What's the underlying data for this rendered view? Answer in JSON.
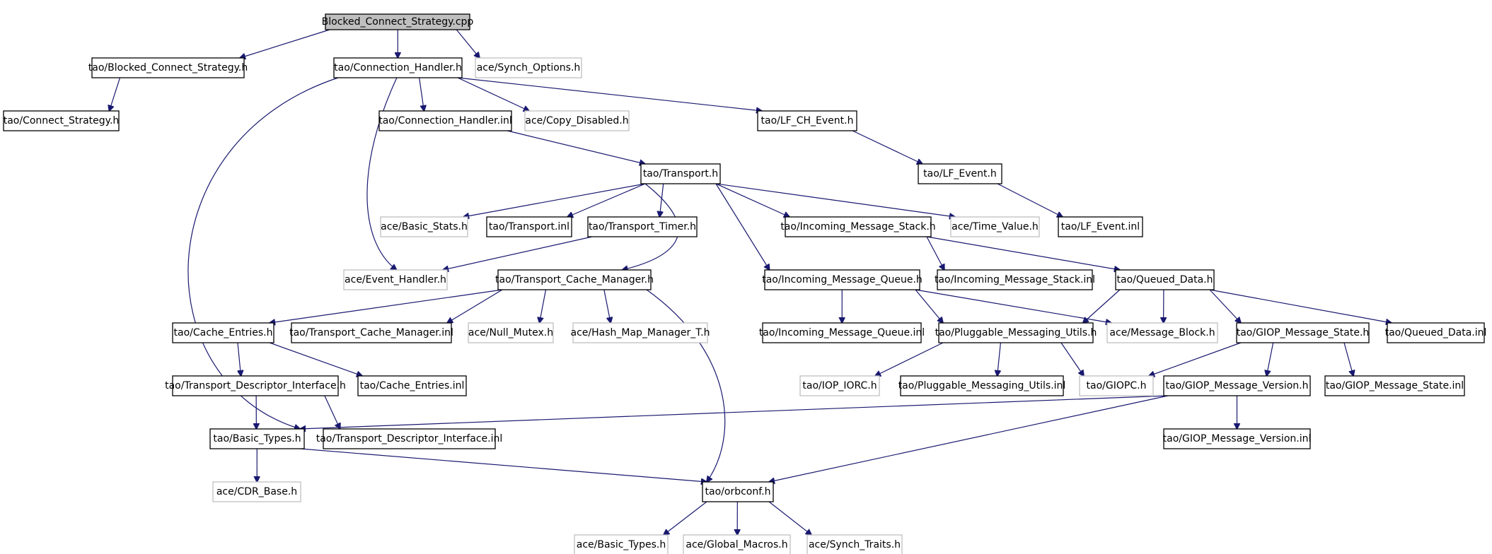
{
  "colors": {
    "edge": "#191970",
    "root_fill": "#bfbfbf",
    "external_border": "#bfbfbf",
    "node_border": "#000000"
  },
  "nodes": [
    {
      "id": "root",
      "label": "Blocked_Connect_Strategy.cpp",
      "kind": "root"
    },
    {
      "id": "bcs_h",
      "label": "tao/Blocked_Connect_Strategy.h",
      "kind": "normal"
    },
    {
      "id": "ch_h",
      "label": "tao/Connection_Handler.h",
      "kind": "normal"
    },
    {
      "id": "synch_opt",
      "label": "ace/Synch_Options.h",
      "kind": "external"
    },
    {
      "id": "cs_h",
      "label": "tao/Connect_Strategy.h",
      "kind": "normal"
    },
    {
      "id": "ch_inl",
      "label": "tao/Connection_Handler.inl",
      "kind": "normal"
    },
    {
      "id": "copy_dis",
      "label": "ace/Copy_Disabled.h",
      "kind": "external"
    },
    {
      "id": "lfch",
      "label": "tao/LF_CH_Event.h",
      "kind": "normal"
    },
    {
      "id": "transport_h",
      "label": "tao/Transport.h",
      "kind": "normal"
    },
    {
      "id": "lfev",
      "label": "tao/LF_Event.h",
      "kind": "normal"
    },
    {
      "id": "basic_stats",
      "label": "ace/Basic_Stats.h",
      "kind": "external"
    },
    {
      "id": "transport_inl",
      "label": "tao/Transport.inl",
      "kind": "normal"
    },
    {
      "id": "ttimer",
      "label": "tao/Transport_Timer.h",
      "kind": "normal"
    },
    {
      "id": "ims_h",
      "label": "tao/Incoming_Message_Stack.h",
      "kind": "normal"
    },
    {
      "id": "time_val",
      "label": "ace/Time_Value.h",
      "kind": "external"
    },
    {
      "id": "lfev_inl",
      "label": "tao/LF_Event.inl",
      "kind": "normal"
    },
    {
      "id": "ev_handler",
      "label": "ace/Event_Handler.h",
      "kind": "external"
    },
    {
      "id": "tcm_h",
      "label": "tao/Transport_Cache_Manager.h",
      "kind": "normal"
    },
    {
      "id": "imq_h",
      "label": "tao/Incoming_Message_Queue.h",
      "kind": "normal"
    },
    {
      "id": "ims_inl",
      "label": "tao/Incoming_Message_Stack.inl",
      "kind": "normal"
    },
    {
      "id": "qd_h",
      "label": "tao/Queued_Data.h",
      "kind": "normal"
    },
    {
      "id": "ce_h",
      "label": "tao/Cache_Entries.h",
      "kind": "normal"
    },
    {
      "id": "tcm_inl",
      "label": "tao/Transport_Cache_Manager.inl",
      "kind": "normal"
    },
    {
      "id": "null_mutex",
      "label": "ace/Null_Mutex.h",
      "kind": "external"
    },
    {
      "id": "hash_map",
      "label": "ace/Hash_Map_Manager_T.h",
      "kind": "external"
    },
    {
      "id": "imq_inl",
      "label": "tao/Incoming_Message_Queue.inl",
      "kind": "normal"
    },
    {
      "id": "pmu_h",
      "label": "tao/Pluggable_Messaging_Utils.h",
      "kind": "normal"
    },
    {
      "id": "msg_block",
      "label": "ace/Message_Block.h",
      "kind": "external"
    },
    {
      "id": "gms_h",
      "label": "tao/GIOP_Message_State.h",
      "kind": "normal"
    },
    {
      "id": "qd_inl",
      "label": "tao/Queued_Data.inl",
      "kind": "normal"
    },
    {
      "id": "tdi_h",
      "label": "tao/Transport_Descriptor_Interface.h",
      "kind": "normal"
    },
    {
      "id": "ce_inl",
      "label": "tao/Cache_Entries.inl",
      "kind": "normal"
    },
    {
      "id": "iop_iorc",
      "label": "tao/IOP_IORC.h",
      "kind": "external"
    },
    {
      "id": "pmu_inl",
      "label": "tao/Pluggable_Messaging_Utils.inl",
      "kind": "normal"
    },
    {
      "id": "giopc",
      "label": "tao/GIOPC.h",
      "kind": "external"
    },
    {
      "id": "gmv_h",
      "label": "tao/GIOP_Message_Version.h",
      "kind": "normal"
    },
    {
      "id": "gms_inl",
      "label": "tao/GIOP_Message_State.inl",
      "kind": "normal"
    },
    {
      "id": "basic_types",
      "label": "tao/Basic_Types.h",
      "kind": "normal"
    },
    {
      "id": "tdi_inl",
      "label": "tao/Transport_Descriptor_Interface.inl",
      "kind": "normal"
    },
    {
      "id": "gmv_inl",
      "label": "tao/GIOP_Message_Version.inl",
      "kind": "normal"
    },
    {
      "id": "cdr_base",
      "label": "ace/CDR_Base.h",
      "kind": "external"
    },
    {
      "id": "orbconf",
      "label": "tao/orbconf.h",
      "kind": "normal"
    },
    {
      "id": "ace_basic_types",
      "label": "ace/Basic_Types.h",
      "kind": "external"
    },
    {
      "id": "global_macros",
      "label": "ace/Global_Macros.h",
      "kind": "external"
    },
    {
      "id": "synch_traits",
      "label": "ace/Synch_Traits.h",
      "kind": "external"
    }
  ],
  "edges": [
    [
      "root",
      "bcs_h"
    ],
    [
      "root",
      "ch_h"
    ],
    [
      "root",
      "synch_opt"
    ],
    [
      "bcs_h",
      "cs_h"
    ],
    [
      "ch_h",
      "ch_inl"
    ],
    [
      "ch_h",
      "copy_dis"
    ],
    [
      "ch_h",
      "lfch"
    ],
    [
      "ch_h",
      "ev_handler"
    ],
    [
      "ch_h",
      "basic_types"
    ],
    [
      "ch_inl",
      "transport_h"
    ],
    [
      "lfch",
      "lfev"
    ],
    [
      "lfev",
      "lfev_inl"
    ],
    [
      "transport_h",
      "basic_stats"
    ],
    [
      "transport_h",
      "transport_inl"
    ],
    [
      "transport_h",
      "ttimer"
    ],
    [
      "transport_h",
      "ims_h"
    ],
    [
      "transport_h",
      "time_val"
    ],
    [
      "transport_h",
      "tcm_h"
    ],
    [
      "transport_h",
      "imq_h"
    ],
    [
      "ttimer",
      "ev_handler"
    ],
    [
      "ims_h",
      "ims_inl"
    ],
    [
      "ims_h",
      "qd_h"
    ],
    [
      "tcm_h",
      "ce_h"
    ],
    [
      "tcm_h",
      "tcm_inl"
    ],
    [
      "tcm_h",
      "null_mutex"
    ],
    [
      "tcm_h",
      "hash_map"
    ],
    [
      "tcm_h",
      "orbconf"
    ],
    [
      "imq_h",
      "imq_inl"
    ],
    [
      "imq_h",
      "pmu_h"
    ],
    [
      "imq_h",
      "msg_block"
    ],
    [
      "qd_h",
      "pmu_h"
    ],
    [
      "qd_h",
      "msg_block"
    ],
    [
      "qd_h",
      "gms_h"
    ],
    [
      "qd_h",
      "qd_inl"
    ],
    [
      "ce_h",
      "tdi_h"
    ],
    [
      "ce_h",
      "ce_inl"
    ],
    [
      "tdi_h",
      "basic_types"
    ],
    [
      "tdi_h",
      "tdi_inl"
    ],
    [
      "pmu_h",
      "iop_iorc"
    ],
    [
      "pmu_h",
      "pmu_inl"
    ],
    [
      "pmu_h",
      "giopc"
    ],
    [
      "gms_h",
      "giopc"
    ],
    [
      "gms_h",
      "gmv_h"
    ],
    [
      "gms_h",
      "gms_inl"
    ],
    [
      "gmv_h",
      "basic_types"
    ],
    [
      "gmv_h",
      "gmv_inl"
    ],
    [
      "gmv_h",
      "orbconf"
    ],
    [
      "basic_types",
      "cdr_base"
    ],
    [
      "basic_types",
      "orbconf"
    ],
    [
      "orbconf",
      "ace_basic_types"
    ],
    [
      "orbconf",
      "global_macros"
    ],
    [
      "orbconf",
      "synch_traits"
    ]
  ]
}
